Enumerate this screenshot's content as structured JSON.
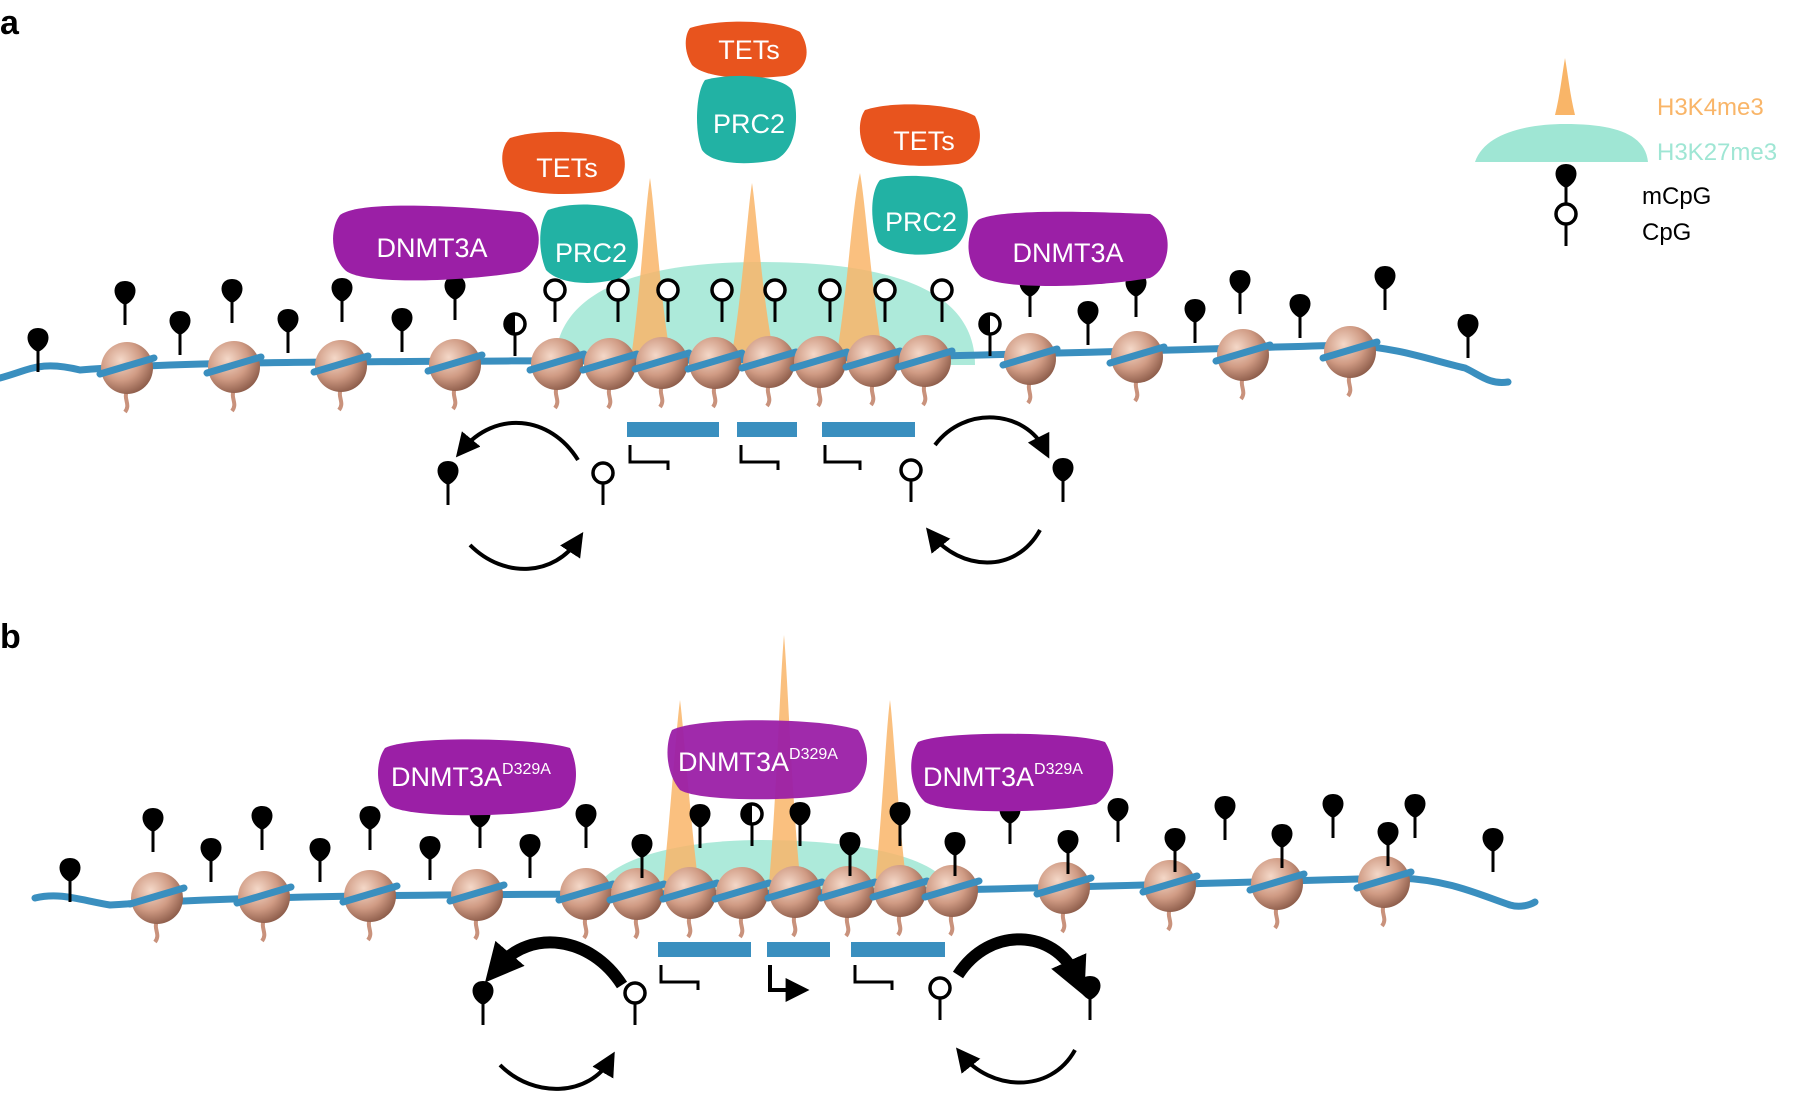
{
  "panels": [
    {
      "letter": "a"
    },
    {
      "letter": "b"
    }
  ],
  "proteins": {
    "tets": "TETs",
    "prc2": "PRC2",
    "dnmt3a": "DNMT3A",
    "dnmt3a_mutant_base": "DNMT3A",
    "dnmt3a_mutant_sup": "D329A"
  },
  "legend": {
    "h3k4me3": "H3K4me3",
    "h3k27me3": "H3K27me3",
    "mcpg": "mCpG",
    "cpg": "CpG"
  },
  "colors": {
    "dna": "#3a8fbf",
    "nucleosome": "#c9927c",
    "tets": "#e8541e",
    "prc2": "#22b2a4",
    "dnmt3a": "#9b1fa6",
    "h3k4me3": "#f9b568",
    "h3k27me3": "#9fe6d4",
    "methyl": "#000000"
  },
  "icons": [
    "methylated-cpg-icon",
    "unmethylated-cpg-icon",
    "transcription-start-site-icon",
    "nucleosome-icon",
    "cycle-arrow-icon"
  ]
}
